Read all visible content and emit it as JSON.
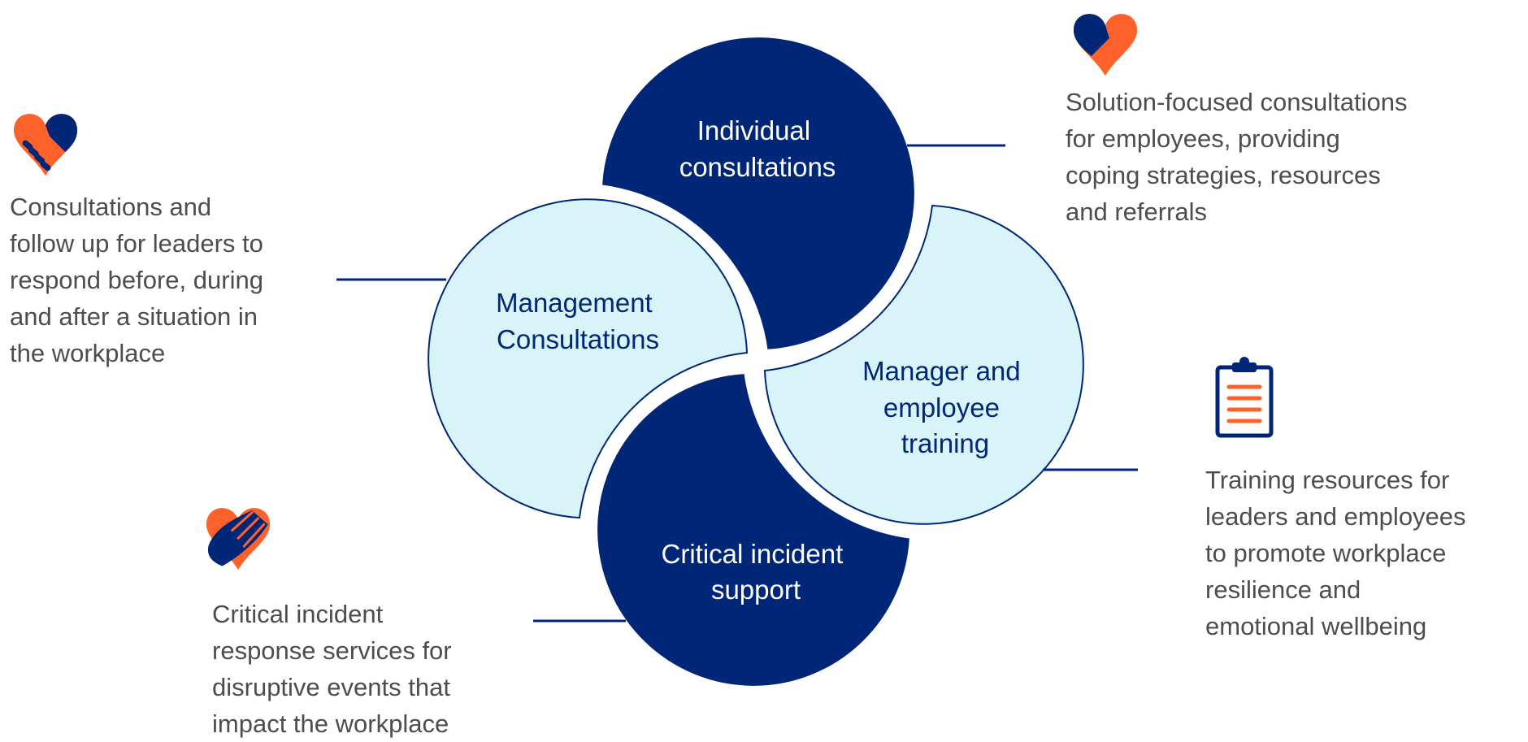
{
  "diagram": {
    "segments": [
      {
        "id": "individual",
        "lines": [
          "Individual",
          "consultations"
        ]
      },
      {
        "id": "management",
        "lines": [
          "Management",
          "Consultations"
        ]
      },
      {
        "id": "training",
        "lines": [
          "Manager and",
          "employee",
          "training"
        ]
      },
      {
        "id": "critical",
        "lines": [
          "Critical incident",
          "support"
        ]
      }
    ],
    "descriptions": {
      "management": [
        "Consultations and",
        "follow up for leaders to",
        "respond before, during",
        "and after a situation in",
        "the workplace"
      ],
      "individual": [
        "Solution-focused consultations",
        "for employees, providing",
        "coping strategies, resources",
        "and referrals"
      ],
      "training": [
        "Training resources for",
        "leaders and employees",
        "to promote workplace",
        "resilience and",
        "emotional wellbeing"
      ],
      "critical": [
        "Critical incident",
        "response services for",
        "disruptive events that",
        "impact the workplace"
      ]
    },
    "icons": {
      "management": "handshake-heart-icon",
      "individual": "heart-icon",
      "training": "clipboard-icon",
      "critical": "hand-heart-icon"
    }
  },
  "colors": {
    "navy": "#002677",
    "light_blue": "#d9f4f8",
    "orange": "#ff612b",
    "text_gray": "#4d4d4d"
  }
}
